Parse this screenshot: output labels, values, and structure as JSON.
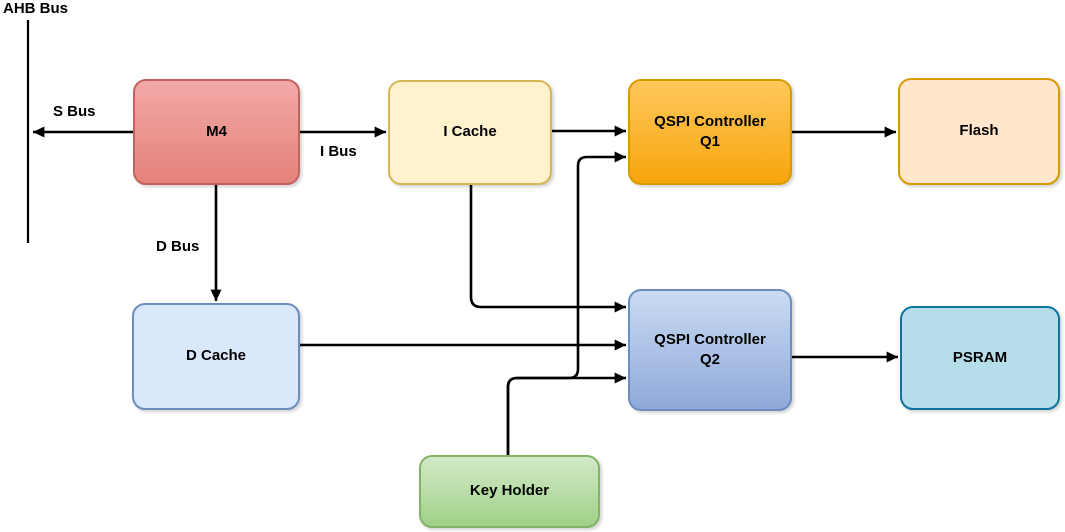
{
  "diagram": {
    "nodes": [
      {
        "id": "m4",
        "label": "M4"
      },
      {
        "id": "i-cache",
        "label": "I Cache"
      },
      {
        "id": "qspi-q1",
        "label": "QSPI Controller\nQ1"
      },
      {
        "id": "flash",
        "label": "Flash"
      },
      {
        "id": "d-cache",
        "label": "D Cache"
      },
      {
        "id": "qspi-q2",
        "label": "QSPI Controller\nQ2"
      },
      {
        "id": "psram",
        "label": "PSRAM"
      },
      {
        "id": "key-holder",
        "label": "Key Holder"
      }
    ],
    "edge_labels": [
      {
        "id": "ahb-bus",
        "label": "AHB Bus"
      },
      {
        "id": "s-bus",
        "label": "S Bus"
      },
      {
        "id": "i-bus",
        "label": "I Bus"
      },
      {
        "id": "d-bus",
        "label": "D Bus"
      }
    ],
    "connections": [
      {
        "from": "m4",
        "to": "ahb-bus",
        "via": "S Bus"
      },
      {
        "from": "m4",
        "to": "i-cache",
        "via": "I Bus"
      },
      {
        "from": "m4",
        "to": "d-cache",
        "via": "D Bus"
      },
      {
        "from": "i-cache",
        "to": "qspi-q1"
      },
      {
        "from": "i-cache",
        "to": "qspi-q2"
      },
      {
        "from": "d-cache",
        "to": "qspi-q2"
      },
      {
        "from": "key-holder",
        "to": "qspi-q1"
      },
      {
        "from": "key-holder",
        "to": "qspi-q2"
      },
      {
        "from": "qspi-q1",
        "to": "flash"
      },
      {
        "from": "qspi-q2",
        "to": "psram"
      }
    ],
    "colors": {
      "line": "#000000",
      "m4_fill_top": "#F2A9A6",
      "m4_fill_bottom": "#E5817B",
      "m4_border": "#C26360",
      "icache_fill": "#FFF2CC",
      "icache_border": "#D6B656",
      "q1_fill_top": "#FFC85C",
      "q1_fill_bottom": "#F6A50B",
      "q1_border": "#D79B00",
      "flash_fill": "#FFE6CC",
      "flash_border": "#D79B00",
      "dcache_fill": "#DAE8FC",
      "dcache_border": "#6C8EBF",
      "q2_fill_top": "#CADBF2",
      "q2_fill_bottom": "#8FA9DA",
      "q2_border": "#6C8EBF",
      "psram_fill": "#B5DEEA",
      "psram_border": "#10739E",
      "keyholder_fill_top": "#D2E9C8",
      "keyholder_fill_bottom": "#9FD187",
      "keyholder_border": "#82B366"
    }
  }
}
